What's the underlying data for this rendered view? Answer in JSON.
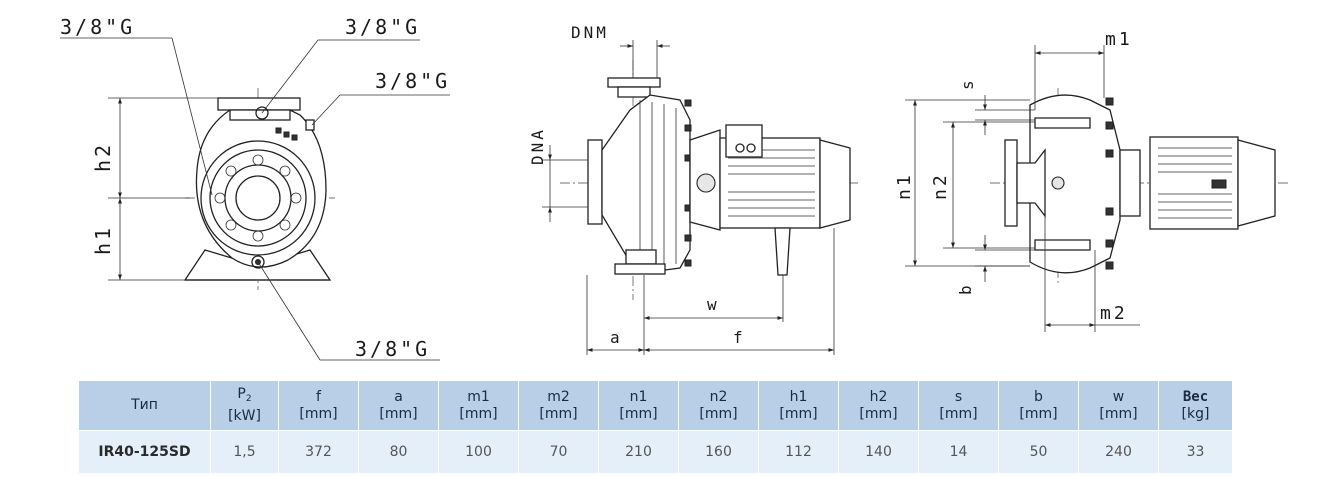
{
  "drawing": {
    "front_view": {
      "thread_top_left": "3/8\"G",
      "thread_top_right": "3/8\"G",
      "thread_right": "3/8\"G",
      "thread_bottom": "3/8\"G",
      "dim_h2": "h2",
      "dim_h1": "h1"
    },
    "side_view": {
      "dim_dnm": "DNM",
      "dim_dna": "DNA",
      "dim_w": "w",
      "dim_a": "a",
      "dim_f": "f"
    },
    "top_view": {
      "dim_m1": "m1",
      "dim_s": "s",
      "dim_n1": "n1",
      "dim_n2": "n2",
      "dim_b": "b",
      "dim_m2": "m2"
    }
  },
  "table": {
    "headers": [
      {
        "top": "Тип",
        "unit": ""
      },
      {
        "top": "P",
        "sub": "2",
        "unit": "[kW]"
      },
      {
        "top": "f",
        "unit": "[mm]"
      },
      {
        "top": "a",
        "unit": "[mm]"
      },
      {
        "top": "m1",
        "unit": "[mm]"
      },
      {
        "top": "m2",
        "unit": "[mm]"
      },
      {
        "top": "n1",
        "unit": "[mm]"
      },
      {
        "top": "n2",
        "unit": "[mm]"
      },
      {
        "top": "h1",
        "unit": "[mm]"
      },
      {
        "top": "h2",
        "unit": "[mm]"
      },
      {
        "top": "s",
        "unit": "[mm]"
      },
      {
        "top": "b",
        "unit": "[mm]"
      },
      {
        "top": "w",
        "unit": "[mm]"
      },
      {
        "top": "Вес",
        "unit": "[kg]"
      }
    ],
    "rows": [
      [
        "IR40-125SD",
        "1,5",
        "372",
        "80",
        "100",
        "70",
        "210",
        "160",
        "112",
        "140",
        "14",
        "50",
        "240",
        "33"
      ]
    ]
  }
}
